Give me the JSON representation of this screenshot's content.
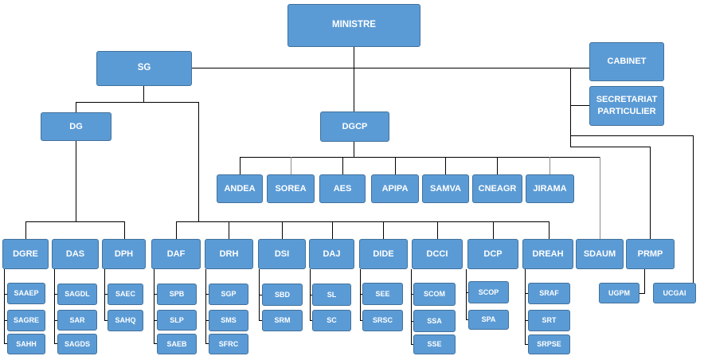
{
  "chart": {
    "ministre": "MINISTRE",
    "sg": "SG",
    "cabinet": "CABINET",
    "secretariat": "SECRETARIAT PARTICULIER",
    "dg": "DG",
    "dgcp": "DGCP",
    "agencies": [
      "ANDEA",
      "SOREA",
      "AES",
      "APIPA",
      "SAMVA",
      "CNEAGR",
      "JIRAMA"
    ],
    "dg_directions": [
      {
        "name": "DGRE",
        "services": [
          "SAAEP",
          "SAGRE",
          "SAHH"
        ]
      },
      {
        "name": "DAS",
        "services": [
          "SAGDL",
          "SAR",
          "SAGDS"
        ]
      },
      {
        "name": "DPH",
        "services": [
          "SAEC",
          "SAHQ"
        ]
      }
    ],
    "sg_directions": [
      {
        "name": "DAF",
        "services": [
          "SPB",
          "SLP",
          "SAEB"
        ]
      },
      {
        "name": "DRH",
        "services": [
          "SGP",
          "SMS",
          "SFRC"
        ]
      },
      {
        "name": "DSI",
        "services": [
          "SBD",
          "SRM"
        ]
      },
      {
        "name": "DAJ",
        "services": [
          "SL",
          "SC"
        ]
      },
      {
        "name": "DIDE",
        "services": [
          "SEE",
          "SRSC"
        ]
      },
      {
        "name": "DCCI",
        "services": [
          "SCOM",
          "SSA",
          "SSE"
        ]
      },
      {
        "name": "DCP",
        "services": [
          "SCOP",
          "SPA"
        ]
      },
      {
        "name": "DREAH",
        "services": [
          "SRAF",
          "SRT",
          "SRPSE"
        ]
      }
    ],
    "sdaum": "SDAUM",
    "prmp": "PRMP",
    "prmp_units": [
      "UGPM",
      "UCGAI"
    ]
  }
}
